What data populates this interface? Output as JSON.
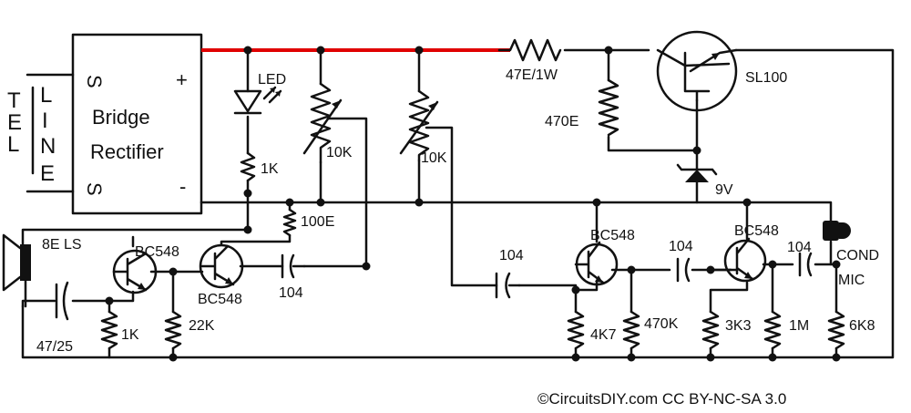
{
  "labels": {
    "bridge_line1": "Bridge",
    "bridge_line2": "Rectifier",
    "bridge_s_top": "S",
    "bridge_s_bottom": "S",
    "bridge_plus": "+",
    "bridge_minus": "-",
    "tel": [
      "T",
      "E",
      "L"
    ],
    "line": [
      "L",
      "I",
      "N",
      "E"
    ],
    "led": "LED",
    "r_1k_led": "1K",
    "pot1": "10K",
    "pot2": "10K",
    "r_47e": "47E/1W",
    "r_470e": "470E",
    "sl100": "SL100",
    "zener": "9V",
    "r_100e": "100E",
    "speaker": "8E LS",
    "q1": "BC548",
    "q2": "BC548",
    "q3": "BC548",
    "q4": "BC548",
    "c_104_a": "104",
    "c_104_b": "104",
    "c_104_c": "104",
    "c_104_d": "104",
    "cap_47_25": "47/25",
    "r_1k_bottom": "1K",
    "r_22k": "22K",
    "r_4k7": "4K7",
    "r_470k": "470K",
    "r_3k3": "3K3",
    "r_1m": "1M",
    "r_6k8": "6K8",
    "mic_line1": "COND",
    "mic_line2": "MIC"
  },
  "credit": "©CircuitsDIY.com CC BY-NC-SA 3.0",
  "colors": {
    "supply_wire": "#e00000",
    "ink": "#111111"
  }
}
